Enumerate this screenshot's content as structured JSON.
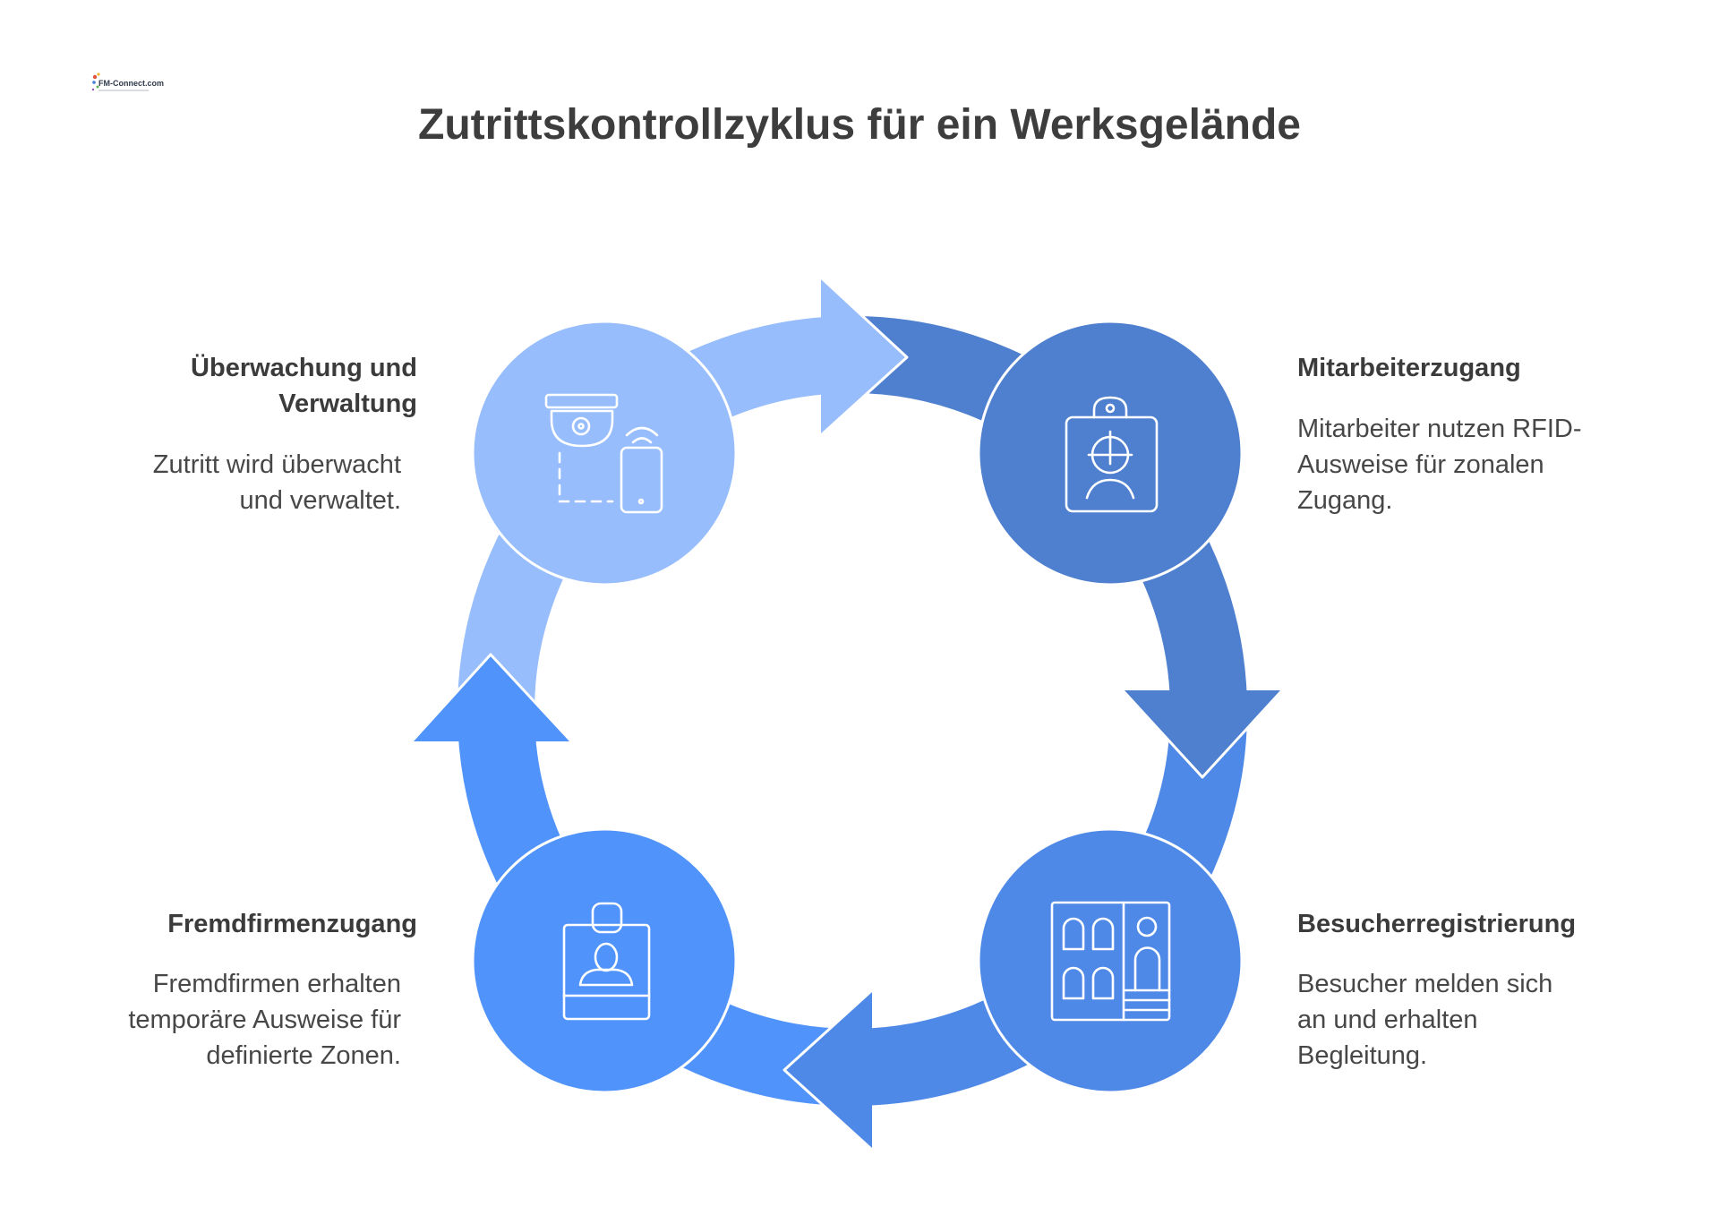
{
  "logo": {
    "text": "FM-Connect.com"
  },
  "title": "Zutrittskontrollzyklus für ein Werksgelände",
  "steps": [
    {
      "id": "monitoring",
      "heading": "Überwachung und\nVerwaltung",
      "description": "Zutritt wird überwacht\nund verwaltet.",
      "icon": "camera-phone-icon",
      "color": "#97bdfc"
    },
    {
      "id": "employees",
      "heading": "Mitarbeiterzugang",
      "description": "Mitarbeiter nutzen RFID-\nAusweise für zonalen\nZugang.",
      "icon": "employee-badge-icon",
      "color": "#4f80cf"
    },
    {
      "id": "visitors",
      "heading": "Besucherregistrierung",
      "description": "Besucher melden sich\nan und erhalten\nBegleitung.",
      "icon": "building-icon",
      "color": "#4f89e8"
    },
    {
      "id": "contractors",
      "heading": "Fremdfirmenzugang",
      "description": "Fremdfirmen erhalten\ntemporäre Ausweise für\ndefinierte Zonen.",
      "icon": "id-badge-icon",
      "color": "#4f93fb"
    }
  ]
}
